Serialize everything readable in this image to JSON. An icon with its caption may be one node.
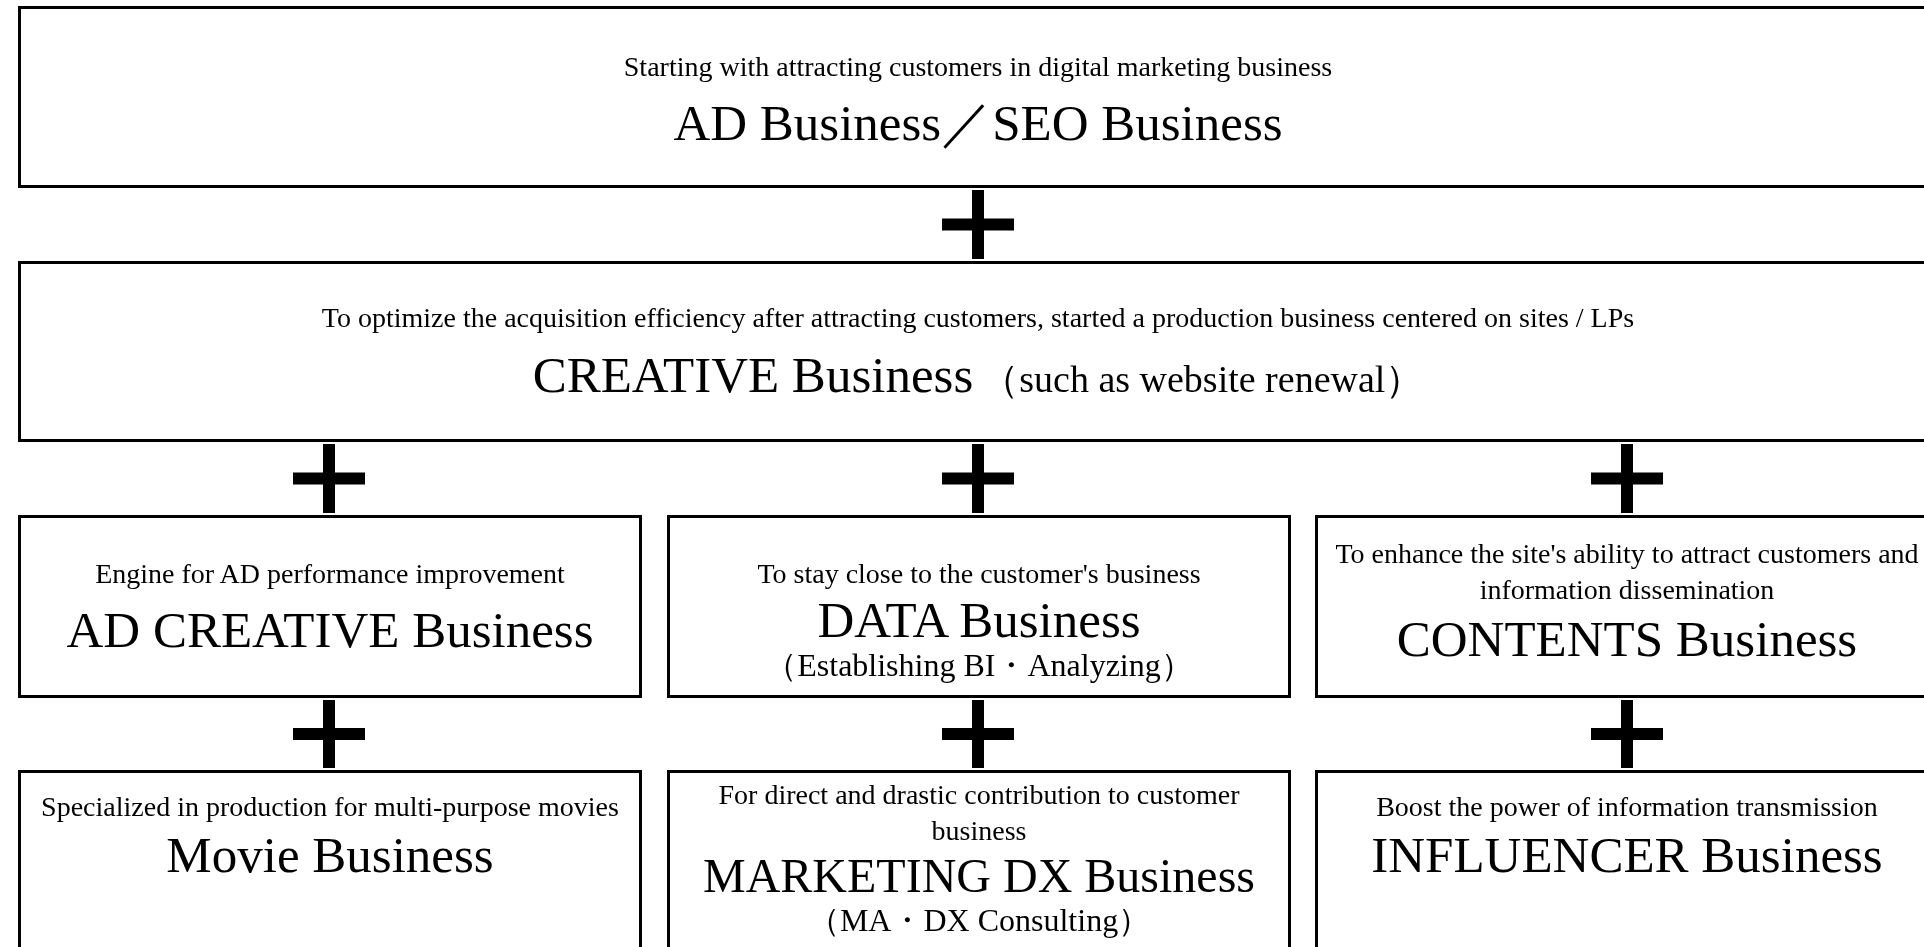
{
  "diagram": {
    "nodes": [
      {
        "text": [
          "Starting with attracting customers in digital marketing business",
          "AD Business／SEO Business"
        ]
      },
      {
        "text": [
          "To optimize the acquisition efficiency after attracting customers, started a production business centered on sites / LPs",
          "CREATIVE Business",
          "（such as website renewal）"
        ]
      },
      {
        "text": [
          "Engine for AD performance improvement",
          "AD CREATIVE Business"
        ]
      },
      {
        "text": [
          "To stay close to the customer's business",
          "DATA Business",
          "（Establishing BI・Analyzing）"
        ]
      },
      {
        "text": [
          "To enhance the site's ability to attract customers and information dissemination",
          "CONTENTS Business"
        ]
      },
      {
        "text": [
          "Specialized in production for multi-purpose movies",
          "Movie Business"
        ]
      },
      {
        "text": [
          "For direct and drastic contribution to customer business",
          "MARKETING DX Business",
          "（MA・DX Consulting）"
        ]
      },
      {
        "text": [
          "Boost the power of information transmission",
          "INFLUENCER Business"
        ]
      }
    ]
  }
}
